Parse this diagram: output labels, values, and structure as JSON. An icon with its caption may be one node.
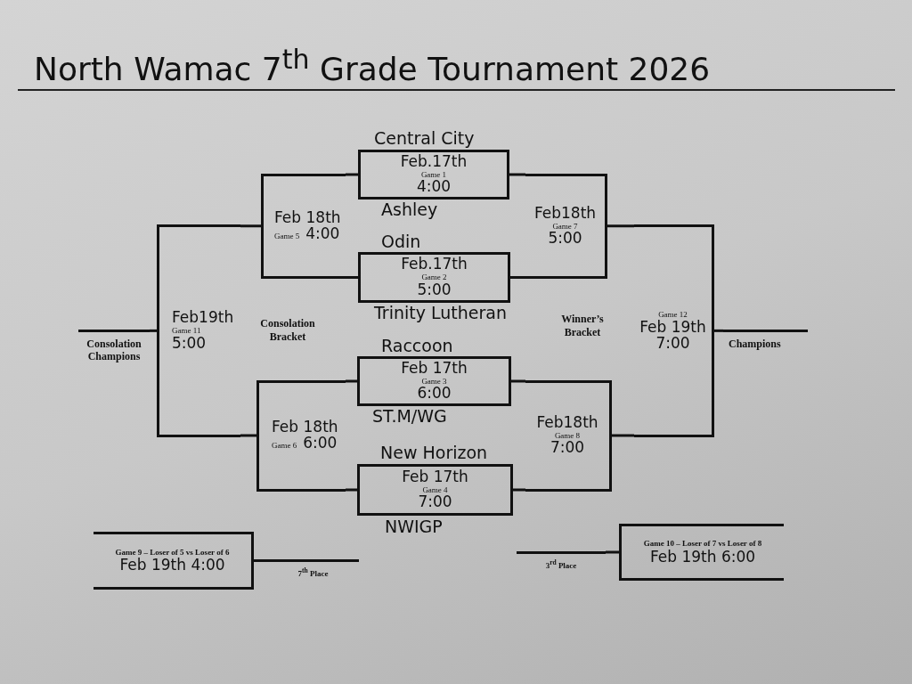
{
  "diagram": {
    "title": "North Wamac 7$^{th}$ Grade Tournament 2026",
    "nodes": [
      {
        "text": [
          "Feb.17th",
          "Game 1",
          "4:00"
        ],
        "beside": [
          "Central City",
          "Ashley"
        ]
      },
      {
        "text": [
          "Feb.17th",
          "Game 2",
          "5:00"
        ],
        "beside": [
          "Odin",
          "Trinity Lutheran"
        ]
      },
      {
        "text": [
          "Feb 17th",
          "Game 3",
          "6:00"
        ],
        "beside": [
          "Raccoon",
          "ST.M/WG"
        ]
      },
      {
        "text": [
          "Feb 17th",
          "Game 4",
          "7:00"
        ],
        "beside": [
          "New Horizon",
          "NWIGP"
        ]
      },
      {
        "text": [
          "Feb 18th",
          "Game 5",
          "4:00"
        ]
      },
      {
        "text": [
          "Feb 18th",
          "Game 6",
          "6:00"
        ]
      },
      {
        "text": [
          "Feb18th",
          "Game 7",
          "5:00"
        ]
      },
      {
        "text": [
          "Feb18th",
          "Game 8",
          "7:00"
        ]
      },
      {
        "text": [
          "Game 9 – Loser of 5 vs Loser of 6",
          "Feb 19th 4:00"
        ]
      },
      {
        "text": [
          "Game 10 – Loser of 7 vs Loser of 8",
          "Feb 19th 6:00"
        ]
      },
      {
        "text": [
          "Feb19th",
          "Game 11",
          "5:00"
        ]
      },
      {
        "text": [
          "Game 12",
          "Feb 19th",
          "7:00"
        ]
      },
      {
        "text": [
          "Consolation Champions"
        ]
      },
      {
        "text": [
          "Champions"
        ]
      },
      {
        "text": [
          "7$^{th}$ Place"
        ]
      },
      {
        "text": [
          "3$^{rd}$ Place"
        ]
      }
    ],
    "edges": [
      {
        "from": 0,
        "to": 4,
        "arrow": "none"
      },
      {
        "from": 0,
        "to": 6,
        "arrow": "none"
      },
      {
        "from": 1,
        "to": 4,
        "arrow": "none"
      },
      {
        "from": 1,
        "to": 6,
        "arrow": "none"
      },
      {
        "from": 2,
        "to": 5,
        "arrow": "none"
      },
      {
        "from": 2,
        "to": 7,
        "arrow": "none"
      },
      {
        "from": 3,
        "to": 5,
        "arrow": "none"
      },
      {
        "from": 3,
        "to": 7,
        "arrow": "none"
      },
      {
        "from": 4,
        "to": 10,
        "arrow": "none"
      },
      {
        "from": 5,
        "to": 10,
        "arrow": "none"
      },
      {
        "from": 6,
        "to": 11,
        "arrow": "none"
      },
      {
        "from": 7,
        "to": 11,
        "arrow": "none"
      },
      {
        "from": 10,
        "to": 12,
        "arrow": "none"
      },
      {
        "from": 11,
        "to": 13,
        "arrow": "none"
      },
      {
        "from": 8,
        "to": 14,
        "arrow": "none"
      },
      {
        "from": 9,
        "to": 15,
        "arrow": "none"
      }
    ],
    "labels": [
      "Consolation Bracket",
      "Winner’s Bracket"
    ]
  }
}
